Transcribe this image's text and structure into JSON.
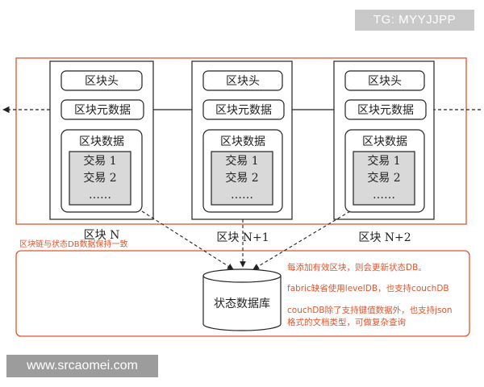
{
  "watermarks": {
    "top_right": "TG: MYYJJPP",
    "bottom_left": "www.srcaomei.com"
  },
  "blocks": [
    {
      "header": "区块头",
      "metadata": "区块元数据",
      "data_title": "区块数据",
      "transactions": [
        "交易 1",
        "交易 2",
        "……"
      ],
      "label": "区块 N"
    },
    {
      "header": "区块头",
      "metadata": "区块元数据",
      "data_title": "区块数据",
      "transactions": [
        "交易 1",
        "交易 2",
        "……"
      ],
      "label": "区块 N+1"
    },
    {
      "header": "区块头",
      "metadata": "区块元数据",
      "data_title": "区块数据",
      "transactions": [
        "交易 1",
        "交易 2",
        "……"
      ],
      "label": "区块 N+2"
    }
  ],
  "sync_caption": "区块链与状态DB数据保持一致",
  "state_db": {
    "label": "状态数据库"
  },
  "notes": [
    "每添加有效区块，则会更新状态DB。",
    "fabric缺省使用levelDB，也支持couchDB",
    "couchDB除了支持键值数据外，也支持json",
    "格式的文档类型，可做复杂查询"
  ],
  "colors": {
    "frame_orange": "#e0552e",
    "line": "#222222",
    "tx_fill": "#d9d9d9"
  }
}
